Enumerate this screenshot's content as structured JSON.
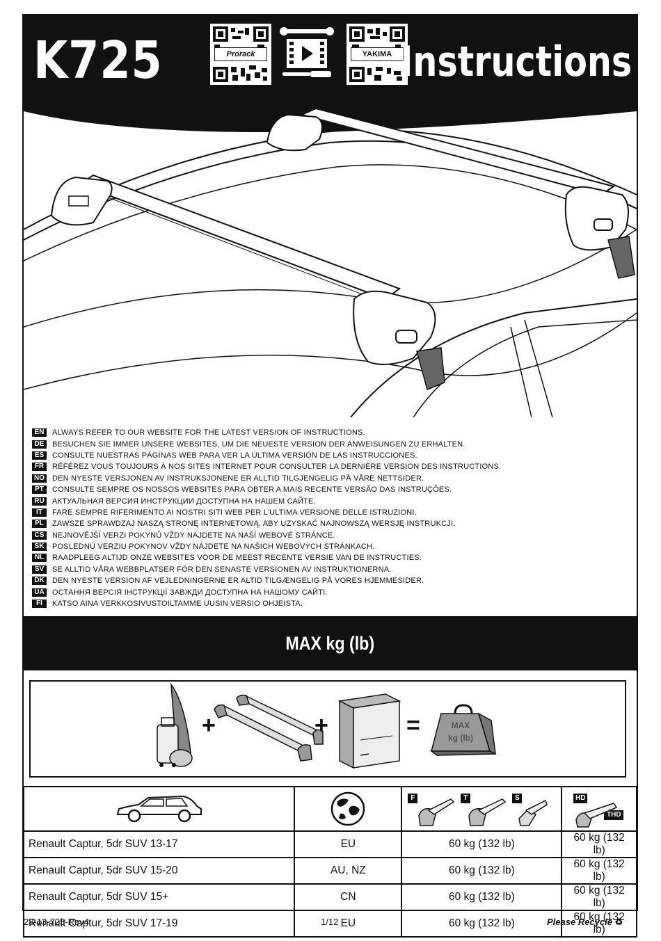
{
  "header": {
    "model_code": "K725",
    "title": "Instructions",
    "qr_left_brand": "Prorack",
    "qr_right_brand": "YAKIMA"
  },
  "languages": [
    {
      "code": "EN",
      "text": "ALWAYS REFER TO OUR WEBSITE FOR THE LATEST VERSION OF INSTRUCTIONS."
    },
    {
      "code": "DE",
      "text": "BESUCHEN SIE IMMER UNSERE WEBSITES, UM DIE NEUESTE VERSION DER ANWEISUNGEN ZU ERHALTEN."
    },
    {
      "code": "ES",
      "text": "CONSULTE NUESTRAS PÁGINAS WEB PARA VER LA ÚLTIMA VERSIÓN DE LAS INSTRUCCIONES."
    },
    {
      "code": "FR",
      "text": "RÉFÉREZ VOUS TOUJOURS À NOS SITES INTERNET POUR CONSULTER LA DERNIÈRE VERSION DES INSTRUCTIONS."
    },
    {
      "code": "NO",
      "text": "DEN NYESTE VERSJONEN AV INSTRUKSJONENE ER ALLTID TILGJENGELIG PÅ VÅRE NETTSIDER."
    },
    {
      "code": "PT",
      "text": "CONSULTE SEMPRE OS NOSSOS WEBSITES PARA OBTER A MAIS RECENTE VERSÃO DAS INSTRUÇÕES."
    },
    {
      "code": "RU",
      "text": "АКТУАЛЬНАЯ ВЕРСИЯ ИНСТРУКЦИИ ДОСТУПНА НА НАШЕМ САЙТЕ."
    },
    {
      "code": "IT",
      "text": "FARE SEMPRE RIFERIMENTO AI NOSTRI SITI WEB PER L’ULTIMA VERSIONE DELLE ISTRUZIONI."
    },
    {
      "code": "PL",
      "text": "ZAWSZE SPRAWDZAJ NASZĄ STRONĘ INTERNETOWĄ, ABY UZYSKAĆ NAJNOWSZĄ WERSJĘ INSTRUKCJI."
    },
    {
      "code": "CS",
      "text": "NEJNOVĚJŠÍ VERZI POKYNŮ VŽDY NAJDETE NA NAŠÍ WEBOVÉ STRÁNCE."
    },
    {
      "code": "SK",
      "text": "POSLEDNÚ VERZIU POKYNOV VŽDY NÁJDETE NA NAŠICH WEBOVÝCH STRÁNKACH."
    },
    {
      "code": "NL",
      "text": "RAADPLEEG ALTIJD ONZE WEBSITES VOOR DE MEEST RECENTE VERSIE VAN DE INSTRUCTIES."
    },
    {
      "code": "SV",
      "text": "SE ALLTID VÅRA WEBBPLATSER FÖR DEN SENASTE VERSIONEN AV INSTRUKTIONERNA."
    },
    {
      "code": "DK",
      "text": "DEN NYESTE VERSION AF VEJLEDNINGERNE ER ALTID TILGÆNGELIG PÅ VORES HJEMMESIDER."
    },
    {
      "code": "UA",
      "text": "ОСТАННЯ ВЕРСІЯ ІНСТРУКЦІЇ ЗАВЖДИ ДОСТУПНА НА НАШОМУ САЙТІ."
    },
    {
      "code": "FI",
      "text": "KATSO AINA VERKKOSIVUSTOILTAMME UUSIN VERSIO OHJEISTA."
    }
  ],
  "max_section": {
    "title": "MAX kg (lb)",
    "plus": "+",
    "equals": "=",
    "weight_label_1": "MAX",
    "weight_label_2": "kg (lb)"
  },
  "table": {
    "header_tags": {
      "f": "F",
      "t": "T",
      "s": "S",
      "hd": "HD",
      "thd": "THD"
    },
    "rows": [
      {
        "model": "Renault Captur, 5dr SUV  13-17",
        "region": "EU",
        "load": "60 kg (132 lb)",
        "load_hd": "60 kg (132 lb)"
      },
      {
        "model": "Renault Captur, 5dr SUV 15-20",
        "region": "AU, NZ",
        "load": "60 kg (132 lb)",
        "load_hd": "60 kg (132 lb)"
      },
      {
        "model": "Renault Captur, 5dr SUV 15+",
        "region": "CN",
        "load": "60 kg (132 lb)",
        "load_hd": "60 kg (132 lb)"
      },
      {
        "model": "Renault Captur, 5dr SUV 17-19",
        "region": "EU",
        "load": "60 kg (132 lb)",
        "load_hd": "60 kg (132 lb)"
      }
    ]
  },
  "footer": {
    "doc_number": "23-13-725-Rev4",
    "page": "1/12",
    "recycle": "Please Recycle",
    "recycle_icon": "recycle-icon"
  }
}
